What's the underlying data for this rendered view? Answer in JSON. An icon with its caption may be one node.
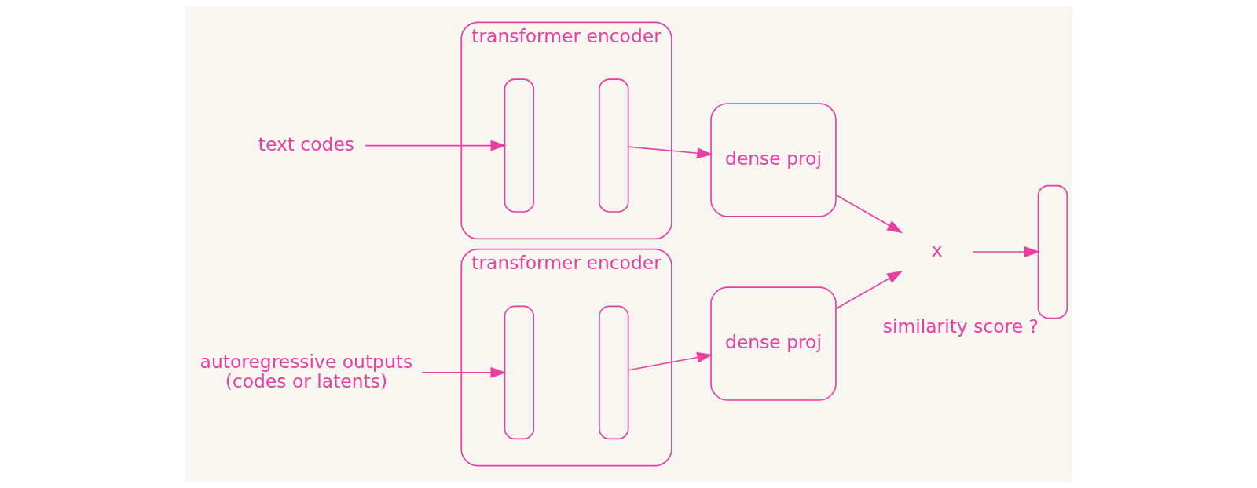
{
  "diagram": {
    "nodes": [
      {
        "text": [
          "text codes"
        ]
      },
      {
        "text": [
          "transformer encoder"
        ]
      },
      {
        "text": [],
        "shape": "bar",
        "in": 1
      },
      {
        "text": [],
        "shape": "bar",
        "in": 1
      },
      {
        "text": [
          "dense proj"
        ]
      },
      {
        "text": [
          "autoregressive outputs",
          "(codes or latents)"
        ]
      },
      {
        "text": [
          "transformer encoder"
        ]
      },
      {
        "text": [],
        "shape": "bar",
        "in": 6
      },
      {
        "text": [],
        "shape": "bar",
        "in": 6
      },
      {
        "text": [
          "dense proj"
        ]
      },
      {
        "text": [
          "x"
        ]
      },
      {
        "text": [],
        "shape": "bar",
        "beside": [
          "similarity score ?"
        ]
      }
    ],
    "edges": [
      {
        "from": 0,
        "to": 2,
        "arrow": "to"
      },
      {
        "from": 3,
        "to": 4,
        "arrow": "to"
      },
      {
        "from": 4,
        "to": 10,
        "arrow": "to"
      },
      {
        "from": 5,
        "to": 7,
        "arrow": "to"
      },
      {
        "from": 8,
        "to": 9,
        "arrow": "to"
      },
      {
        "from": 9,
        "to": 10,
        "arrow": "to"
      },
      {
        "from": 10,
        "to": 11,
        "arrow": "to"
      }
    ]
  }
}
